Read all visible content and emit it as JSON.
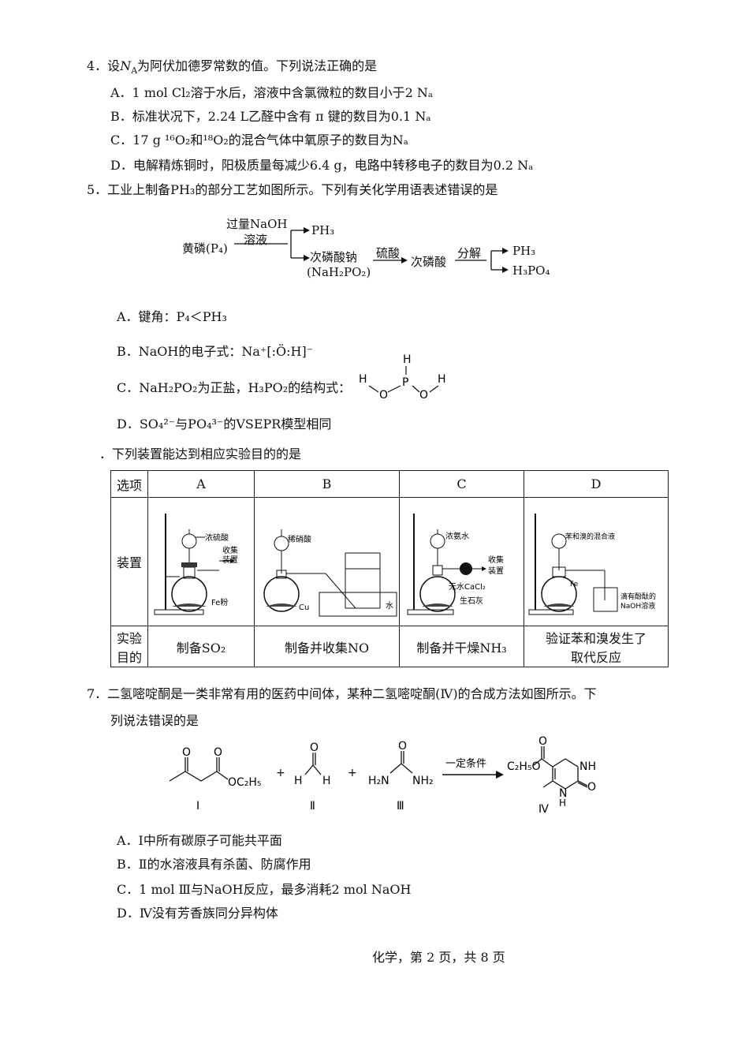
{
  "q4": {
    "stem_pre": "4．设",
    "na_symbol": "N",
    "na_sub": "A",
    "stem_post": "为阿伏加德罗常数的值。下列说法正确的是",
    "options": {
      "A": "A．1 mol Cl₂溶于水后，溶液中含氯微粒的数目小于2 Nₐ",
      "B": "B．标准状况下，2.24 L乙醛中含有 π 键的数目为0.1 Nₐ",
      "C": "C．17 g ¹⁶O₂和¹⁸O₂的混合气体中氧原子的数目为Nₐ",
      "D": "D．电解精炼铜时，阳极质量每减少6.4 g，电路中转移电子的数目为0.2 Nₐ"
    }
  },
  "q5": {
    "stem": "5．工业上制备PH₃的部分工艺如图所示。下列有关化学用语表述错误的是",
    "flow": {
      "start": "黄磷(P₄)",
      "reagent1_top": "过量NaOH",
      "reagent1_bottom": "溶液",
      "product1": "PH₃",
      "product2": "次磷酸钠",
      "product2_formula": "(NaH₂PO₂)",
      "reagent2": "硫酸",
      "product3": "次磷酸",
      "reagent3": "分解",
      "product4": "PH₃",
      "product5": "H₃PO₄"
    },
    "options": {
      "A": "A．键角：P₄＜PH₃",
      "B": "B．NaOH的电子式：Na⁺[:Ö:H]⁻",
      "C": "C．NaH₂PO₂为正盐，H₃PO₂的结构式：",
      "D": "D．SO₄²⁻与PO₄³⁻的VSEPR模型相同"
    },
    "structure_atoms": {
      "h": "H",
      "o": "O",
      "p": "P"
    }
  },
  "q6": {
    "stem": "．下列装置能达到相应实验目的的是",
    "table": {
      "header": [
        "选项",
        "A",
        "B",
        "C",
        "D"
      ],
      "row_device_label": "装置",
      "row_purpose_label_1": "实验",
      "row_purpose_label_2": "目的",
      "purposes": [
        "制备SO₂",
        "制备并收集NO",
        "制备并干燥NH₃",
        "验证苯和溴发生了",
        "取代反应"
      ],
      "labels": {
        "A1": "浓硫酸",
        "A2": "收集",
        "A3": "装置",
        "A4": "Fe粉",
        "B1": "稀硝酸",
        "B2": "Cu",
        "B3": "水",
        "C1": "浓氨水",
        "C2": "收集",
        "C3": "装置",
        "C4": "无水CaCl₂",
        "C5": "生石灰",
        "D1": "苯和溴的混合液",
        "D2": "Fe",
        "D3": "滴有酚酞的",
        "D4": "NaOH溶液"
      }
    }
  },
  "q7": {
    "stem_line1": "7．二氢嘧啶酮是一类非常有用的医药中间体，某种二氢嘧啶酮(Ⅳ)的合成方法如图所示。下",
    "stem_line2": "列说法错误的是",
    "scheme": {
      "conditions": "一定条件",
      "labels": [
        "Ⅰ",
        "Ⅱ",
        "Ⅲ",
        "Ⅳ"
      ],
      "plus": "+",
      "oc2h5": "OC₂H₅",
      "c2h5o": "C₂H₅O",
      "o": "O",
      "h": "H",
      "nh": "NH",
      "n": "N",
      "h2n": "H₂N",
      "nh2": "NH₂"
    },
    "options": {
      "A": "A．Ⅰ中所有碳原子可能共平面",
      "B": "B．Ⅱ的水溶液具有杀菌、防腐作用",
      "C": "C．1 mol Ⅲ与NaOH反应，最多消耗2 mol NaOH",
      "D": "D．Ⅳ没有芳香族同分异构体"
    }
  },
  "footer": "化学，第 2 页，共 8 页"
}
